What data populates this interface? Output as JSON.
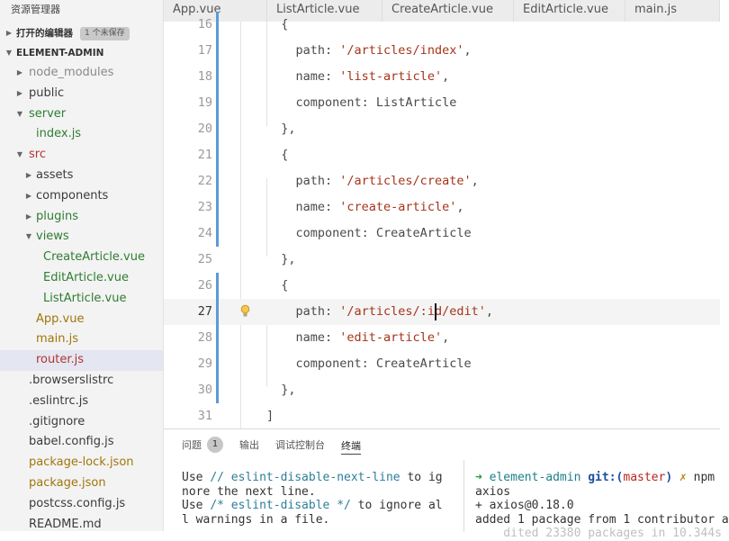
{
  "explorer": {
    "title": "资源管理器",
    "open_editors": {
      "label": "打开的编辑器",
      "badge": "1 个未保存"
    },
    "project": {
      "label": "ELEMENT-ADMIN"
    },
    "tree": [
      {
        "label": "node_modules",
        "depth": 1,
        "twisty": "▶",
        "color": "dim"
      },
      {
        "label": "public",
        "depth": 1,
        "twisty": "▶",
        "color": "norm"
      },
      {
        "label": "server",
        "depth": 1,
        "twisty": "▼",
        "color": "green"
      },
      {
        "label": "index.js",
        "depth": 2,
        "twisty": "",
        "color": "green"
      },
      {
        "label": "src",
        "depth": 1,
        "twisty": "▼",
        "color": "red"
      },
      {
        "label": "assets",
        "depth": 2,
        "twisty": "▶",
        "color": "norm"
      },
      {
        "label": "components",
        "depth": 2,
        "twisty": "▶",
        "color": "norm"
      },
      {
        "label": "plugins",
        "depth": 2,
        "twisty": "▶",
        "color": "green"
      },
      {
        "label": "views",
        "depth": 2,
        "twisty": "▼",
        "color": "green"
      },
      {
        "label": "CreateArticle.vue",
        "depth": 3,
        "twisty": "",
        "color": "green"
      },
      {
        "label": "EditArticle.vue",
        "depth": 3,
        "twisty": "",
        "color": "green"
      },
      {
        "label": "ListArticle.vue",
        "depth": 3,
        "twisty": "",
        "color": "green"
      },
      {
        "label": "App.vue",
        "depth": 2,
        "twisty": "",
        "color": "gold"
      },
      {
        "label": "main.js",
        "depth": 2,
        "twisty": "",
        "color": "gold"
      },
      {
        "label": "router.js",
        "depth": 2,
        "twisty": "",
        "color": "red",
        "selected": true
      },
      {
        "label": ".browserslistrc",
        "depth": 1,
        "twisty": "",
        "color": "norm"
      },
      {
        "label": ".eslintrc.js",
        "depth": 1,
        "twisty": "",
        "color": "norm"
      },
      {
        "label": ".gitignore",
        "depth": 1,
        "twisty": "",
        "color": "norm"
      },
      {
        "label": "babel.config.js",
        "depth": 1,
        "twisty": "",
        "color": "norm"
      },
      {
        "label": "package-lock.json",
        "depth": 1,
        "twisty": "",
        "color": "gold"
      },
      {
        "label": "package.json",
        "depth": 1,
        "twisty": "",
        "color": "gold"
      },
      {
        "label": "postcss.config.js",
        "depth": 1,
        "twisty": "",
        "color": "norm"
      },
      {
        "label": "README.md",
        "depth": 1,
        "twisty": "",
        "color": "norm"
      }
    ]
  },
  "tabs": [
    "App.vue",
    "ListArticle.vue",
    "CreateArticle.vue",
    "EditArticle.vue",
    "main.js"
  ],
  "editor": {
    "current_line": 27,
    "lines": [
      {
        "n": 16,
        "tokens": [
          {
            "t": "      {"
          }
        ],
        "modified": true
      },
      {
        "n": 17,
        "tokens": [
          {
            "t": "        path: "
          },
          {
            "t": "'/articles/index'",
            "s": 1
          },
          {
            "t": ","
          }
        ],
        "modified": true
      },
      {
        "n": 18,
        "tokens": [
          {
            "t": "        name: "
          },
          {
            "t": "'list-article'",
            "s": 1
          },
          {
            "t": ","
          }
        ],
        "modified": true
      },
      {
        "n": 19,
        "tokens": [
          {
            "t": "        component: ListArticle"
          }
        ],
        "modified": true
      },
      {
        "n": 20,
        "tokens": [
          {
            "t": "      },"
          }
        ],
        "modified": true
      },
      {
        "n": 21,
        "tokens": [
          {
            "t": "      {"
          }
        ],
        "modified": true
      },
      {
        "n": 22,
        "tokens": [
          {
            "t": "        path: "
          },
          {
            "t": "'/articles/create'",
            "s": 1
          },
          {
            "t": ","
          }
        ],
        "modified": true
      },
      {
        "n": 23,
        "tokens": [
          {
            "t": "        name: "
          },
          {
            "t": "'create-article'",
            "s": 1
          },
          {
            "t": ","
          }
        ],
        "modified": true
      },
      {
        "n": 24,
        "tokens": [
          {
            "t": "        component: CreateArticle"
          }
        ],
        "modified": true
      },
      {
        "n": 25,
        "tokens": [
          {
            "t": "      },"
          }
        ],
        "modified": false
      },
      {
        "n": 26,
        "tokens": [
          {
            "t": "      {"
          }
        ],
        "modified": true
      },
      {
        "n": 27,
        "tokens": [
          {
            "t": "        path: "
          },
          {
            "t": "'/articles/:id/edit'",
            "s": 1
          },
          {
            "t": ","
          }
        ],
        "modified": true
      },
      {
        "n": 28,
        "tokens": [
          {
            "t": "        name: "
          },
          {
            "t": "'edit-article'",
            "s": 1
          },
          {
            "t": ","
          }
        ],
        "modified": true
      },
      {
        "n": 29,
        "tokens": [
          {
            "t": "        component: CreateArticle"
          }
        ],
        "modified": true
      },
      {
        "n": 30,
        "tokens": [
          {
            "t": "      },"
          }
        ],
        "modified": true
      },
      {
        "n": 31,
        "tokens": [
          {
            "t": "    ]"
          }
        ],
        "modified": false
      }
    ]
  },
  "panel": {
    "tabs": {
      "problems": "问题",
      "problems_count": "1",
      "output": "输出",
      "debug_console": "调试控制台",
      "terminal": "终端"
    },
    "left_lines": [
      [
        {
          "t": "Use "
        },
        {
          "t": "// eslint-disable-next-line",
          "c": "cm"
        },
        {
          "t": " to ig"
        }
      ],
      [
        {
          "t": "nore the next line."
        }
      ],
      [
        {
          "t": "Use "
        },
        {
          "t": "/* eslint-disable */",
          "c": "cm"
        },
        {
          "t": " to ignore al"
        }
      ],
      [
        {
          "t": "l warnings in a file."
        }
      ]
    ],
    "right_lines": [
      [
        {
          "t": "➜",
          "c": "t-arrow"
        },
        {
          "t": " "
        },
        {
          "t": "element-admin",
          "c": "t-dir"
        },
        {
          "t": " "
        },
        {
          "t": "git:(",
          "c": "t-git"
        },
        {
          "t": "master",
          "c": "t-br"
        },
        {
          "t": ")",
          "c": "t-git"
        },
        {
          "t": " "
        },
        {
          "t": "✗",
          "c": "t-x"
        },
        {
          "t": " npm"
        }
      ],
      [
        {
          "t": "axios"
        }
      ],
      [
        {
          "t": "+ axios@0.18.0"
        }
      ],
      [
        {
          "t": "added 1 package from 1 contributor a"
        }
      ],
      [
        {
          "t": "    dited 23380 packages in 10.344s",
          "c": "t-faint"
        }
      ]
    ]
  }
}
